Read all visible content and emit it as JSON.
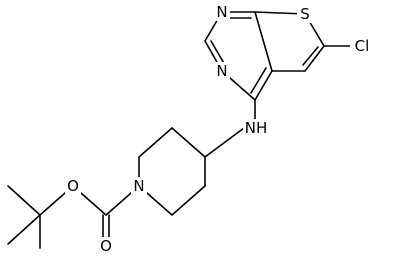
{
  "labels": {
    "S": "S",
    "Cl": "Cl",
    "N1": "N",
    "N2": "N",
    "NH": "NH",
    "N_pip": "N",
    "O_ester": "O",
    "O_carbonyl": "O"
  },
  "colors": {
    "bond": "#000000",
    "text": "#000000",
    "background": "#ffffff"
  }
}
